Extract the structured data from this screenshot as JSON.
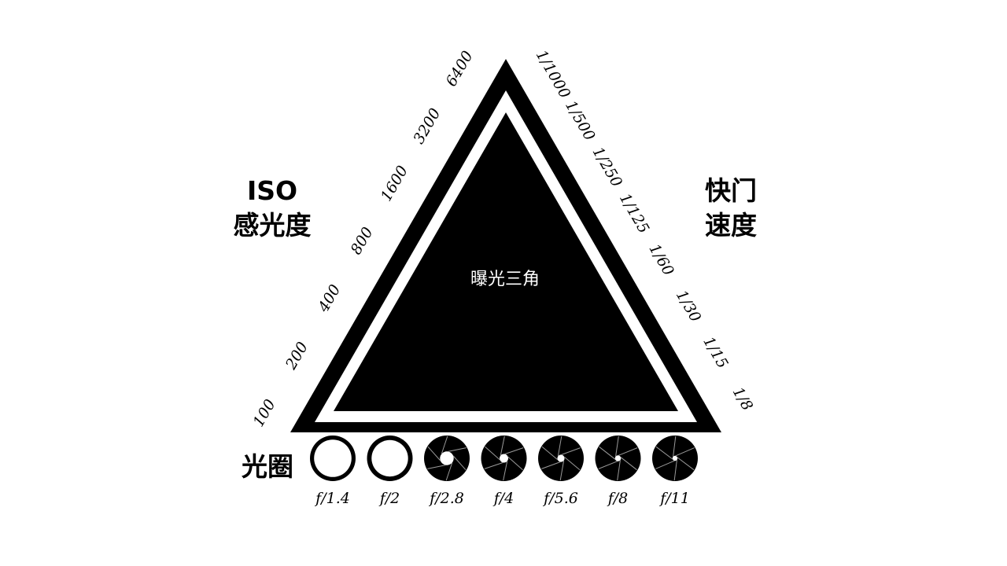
{
  "center_label": "曝光三角",
  "iso": {
    "title_line1": "ISO",
    "title_line2": "感光度",
    "values": [
      "100",
      "200",
      "400",
      "800",
      "1600",
      "3200",
      "6400"
    ]
  },
  "shutter": {
    "title_line1": "快门",
    "title_line2": "速度",
    "values": [
      "1/1000",
      "1/500",
      "1/250",
      "1/125",
      "1/60",
      "1/30",
      "1/15",
      "1/8"
    ]
  },
  "aperture": {
    "title": "光圈",
    "stops": [
      {
        "label": "f/1.4",
        "openness": 0.82
      },
      {
        "label": "f/2",
        "openness": 0.8
      },
      {
        "label": "f/2.8",
        "openness": 0.3
      },
      {
        "label": "f/4",
        "openness": 0.19
      },
      {
        "label": "f/5.6",
        "openness": 0.16
      },
      {
        "label": "f/8",
        "openness": 0.13
      },
      {
        "label": "f/11",
        "openness": 0.11
      }
    ]
  },
  "colors": {
    "shape": "#000000",
    "background": "#ffffff"
  }
}
